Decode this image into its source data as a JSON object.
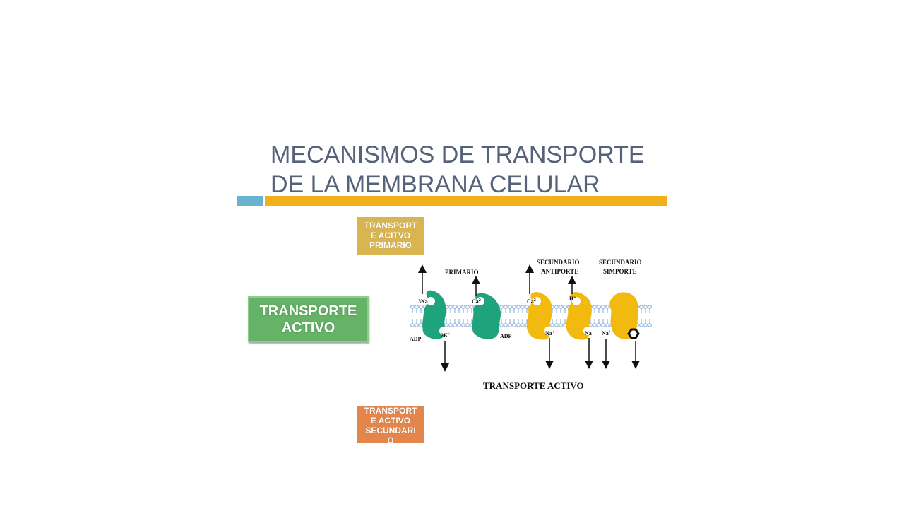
{
  "title": {
    "line1": "MECANISMOS DE TRANSPORTE",
    "line2": "DE LA MEMBRANA CELULAR"
  },
  "colors": {
    "title": "#56627a",
    "accent_blue": "#6ab3cf",
    "accent_gold": "#f0b11a",
    "box_primary": "#d9b552",
    "box_secondary": "#e3864c",
    "box_main": "#65b366",
    "protein_green": "#1fa37c",
    "protein_yellow": "#f2b90f",
    "membrane": "#7da6d6"
  },
  "boxes": {
    "primary": {
      "line1": "TRANSPORT",
      "line2": "E ACITVO",
      "line3": "PRIMARIO"
    },
    "main": {
      "line1": "TRANSPORTE",
      "line2": "ACTIVO"
    },
    "secondary": {
      "line1": "TRANSPORT",
      "line2": "E ACTIVO",
      "line3": "SECUNDARI",
      "line4": "O"
    }
  },
  "diagram": {
    "label_primario": "PRIMARIO",
    "label_antiporte_1": "SECUNDARIO",
    "label_antiporte_2": "ANTIPORTE",
    "label_simporte_1": "SECUNDARIO",
    "label_simporte_2": "SIMPORTE",
    "ion_3na": "3Na",
    "ion_2k": "2K",
    "ion_ca_1": "Ca",
    "ion_ca_2": "Ca",
    "ion_h": "H",
    "ion_na_1": "Na",
    "ion_na_2": "Na",
    "ion_na_3": "Na",
    "adp_1": "ADP",
    "adp_2": "ADP",
    "sup_plus": "+",
    "sup_2plus": "2+",
    "caption": "TRANSPORTE ACTIVO"
  }
}
